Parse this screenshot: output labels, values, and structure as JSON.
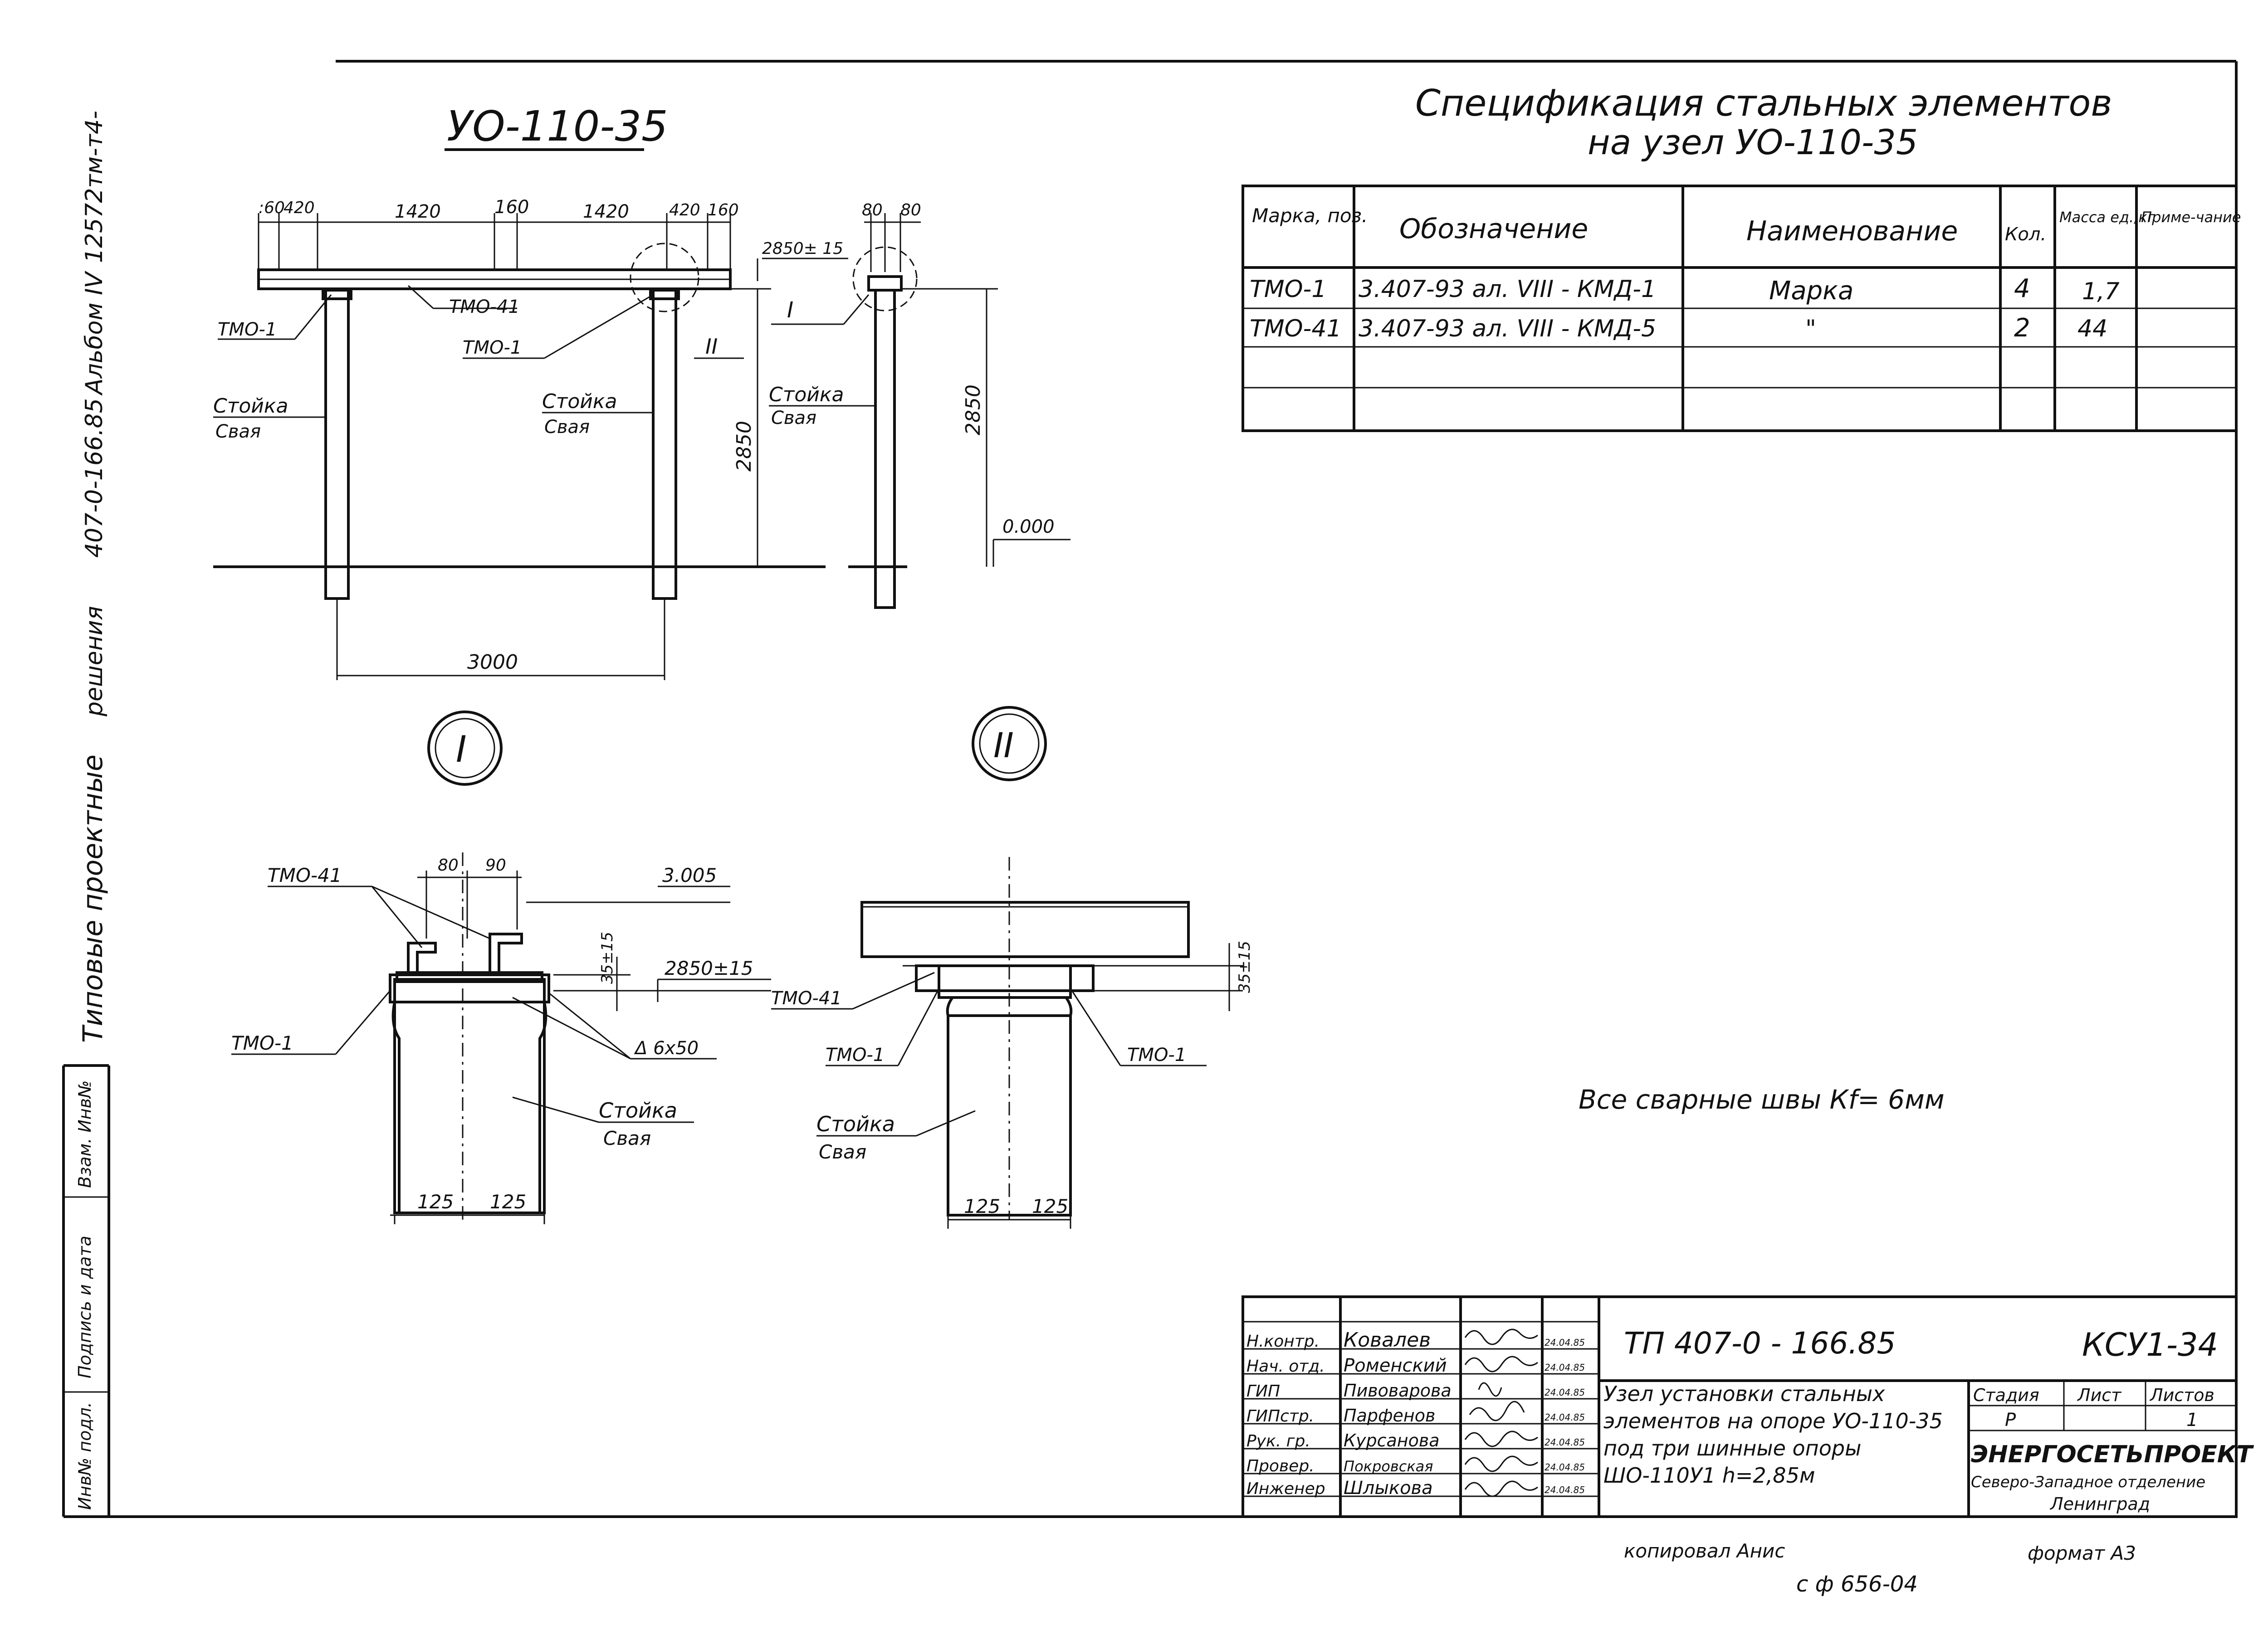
{
  "drawing_title": "УО-110-35",
  "spec_title_line1": "Спецификация стальных элементов",
  "spec_title_line2": "на узел УО-110-35",
  "side_texts": {
    "code": "12572тм-т4-",
    "album_a": "407-0-166.85",
    "album_b": "Альбом IV",
    "series_a": "Типовые проектные",
    "series_b": "решения"
  },
  "left_boxes": [
    "Взам. Инв№",
    "Подпись и дата",
    "Инв№ подл."
  ],
  "front_view": {
    "dims_top": [
      ":60",
      "420",
      "1420",
      "160",
      "1420",
      "420",
      "160"
    ],
    "span": "3000",
    "height": "2850",
    "labels": {
      "tmo1_left": "ТМО-1",
      "tmo41": "ТМО-41",
      "tmo1_mid": "ТМО-1",
      "stoika_l": "Стойка",
      "svaya_l": "Свая",
      "stoika_r": "Стойка",
      "svaya_r": "Свая",
      "sec2": "II"
    }
  },
  "side_view": {
    "dims_top": [
      "80",
      "80"
    ],
    "elev": "2850± 15",
    "height": "2850",
    "zero": "0.000",
    "sec1": "I",
    "stoika": "Стойка",
    "svaya": "Свая"
  },
  "detail1": {
    "circle": "I",
    "tmo41": "ТМО-41",
    "tmo1": "ТМО-1",
    "dims_top": [
      "80",
      "90"
    ],
    "elev_top": "3.005",
    "dim_35": "35±15",
    "elev": "2850±15",
    "weld": "Δ 6х50",
    "stoika": "Стойка",
    "svaya": "Свая",
    "dims_bottom": [
      "125",
      "125"
    ]
  },
  "detail2": {
    "circle": "II",
    "tmo41": "ТМО-41",
    "tmo1_l": "ТМО-1",
    "tmo1_r": "ТМО-1",
    "dim_35": "35±15",
    "stoika": "Стойка",
    "svaya": "Свая",
    "dims_bottom": [
      "125",
      "125"
    ]
  },
  "spec_table": {
    "headers": [
      "Марка, поз.",
      "Обозначение",
      "Наименование",
      "Кол.",
      "Масса ед.,кг",
      "Приме-чание"
    ],
    "rows": [
      [
        "ТМО-1",
        "3.407-93 ал. VIII - КМД-1",
        "Марка",
        "4",
        "1,7",
        ""
      ],
      [
        "ТМО-41",
        "3.407-93 ал. VIII - КМД-5",
        "\"",
        "2",
        "44",
        ""
      ],
      [
        "",
        "",
        "",
        "",
        "",
        ""
      ],
      [
        "",
        "",
        "",
        "",
        "",
        ""
      ]
    ]
  },
  "note": "Все сварные швы Кf= 6мм",
  "title_block": {
    "doc_code": "ТП 407-0 - 166.85",
    "sheet_code": "КСУ1-34",
    "roles": [
      [
        "Н.контр.",
        "Ковалев",
        "24.04.85"
      ],
      [
        "Нач. отд.",
        "Роменский",
        "24.04.85"
      ],
      [
        "ГИП",
        "Пивоварова",
        "24.04.85"
      ],
      [
        "ГИПстр.",
        "Парфенов",
        "24.04.85"
      ],
      [
        "Рук. гр.",
        "Курсанова",
        "24.04.85"
      ],
      [
        "Провер.",
        "Покровская",
        "24.04.85"
      ],
      [
        "Инженер",
        "Шлыкова",
        "24.04.85"
      ]
    ],
    "description": [
      "Узел установки стальных",
      "элементов на опоре УО-110-35",
      "под три шинные опоры",
      "ШО-110У1 h=2,85м"
    ],
    "stage_headers": [
      "Стадия",
      "Лист",
      "Листов"
    ],
    "stage_values": [
      "Р",
      "",
      "1"
    ],
    "org": [
      "ЭНЕРГОСЕТЬПРОЕКТ",
      "Северо-Западное отделение",
      "Ленинград"
    ]
  },
  "footer": {
    "copied": "копировал Анис",
    "format": "формат А3",
    "number": "с ф 656-04"
  }
}
